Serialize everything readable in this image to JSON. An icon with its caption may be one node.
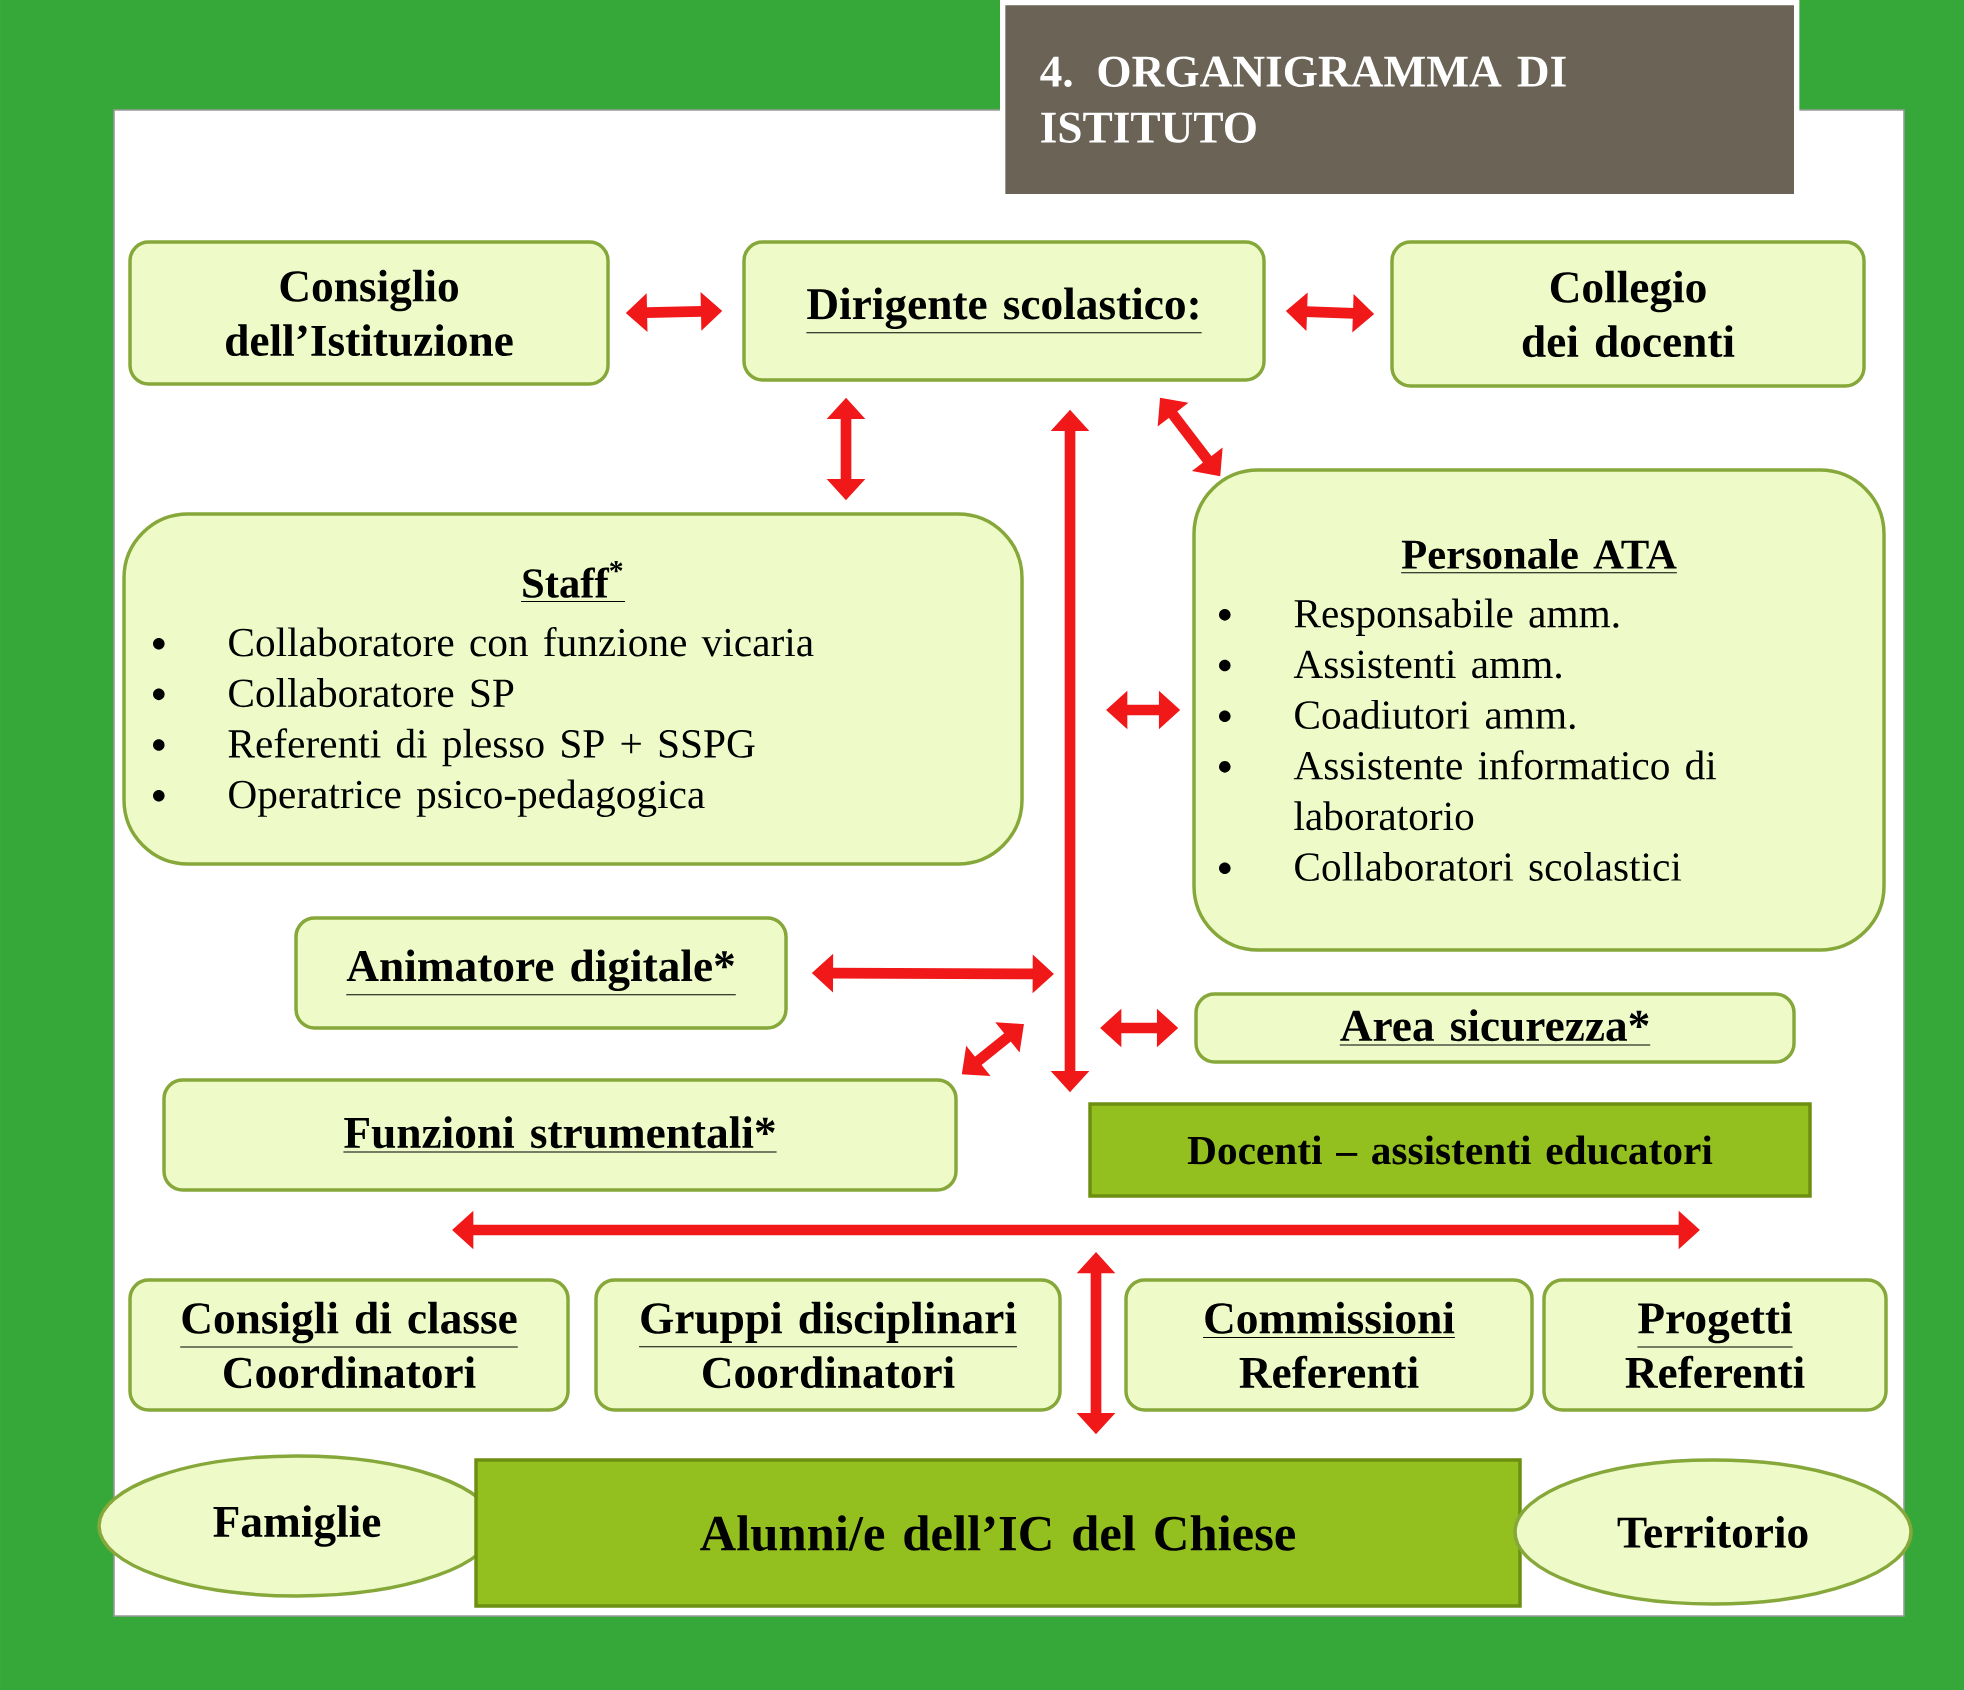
{
  "diagram": {
    "title": "4. ORGANIGRAMMA DI ISTITUTO",
    "nodes": [
      {
        "text": [
          "Consiglio dell’Istituzione"
        ]
      },
      {
        "text": [
          "Dirigente scolastico:"
        ]
      },
      {
        "text": [
          "Collegio dei docenti"
        ]
      },
      {
        "text": [
          "Staff$^{*}$",
          "Collaboratore con funzione vicaria",
          "Collaboratore SP",
          "Referenti di plesso SP + SSPG",
          "Operatrice psico-pedagogica"
        ]
      },
      {
        "text": [
          "Personale ATA",
          "Responsabile amm.",
          "Assistenti amm.",
          "Coadiutori amm.",
          "Assistente informatico di laboratorio",
          "Collaboratori scolastici"
        ]
      },
      {
        "text": [
          "Animatore digitale*"
        ]
      },
      {
        "text": [
          "Area sicurezza*"
        ]
      },
      {
        "text": [
          "Funzioni strumentali*"
        ]
      },
      {
        "text": [
          "Docenti – assistenti educatori"
        ]
      },
      {
        "text": [
          "Consigli di classe",
          "Coordinatori"
        ]
      },
      {
        "text": [
          "Gruppi disciplinari",
          "Coordinatori"
        ]
      },
      {
        "text": [
          "Commissioni",
          "Referenti"
        ]
      },
      {
        "text": [
          "Progetti",
          "Referenti"
        ]
      },
      {
        "text": [
          "Famiglie"
        ]
      },
      {
        "text": [
          "Alunni/e dell’IC del Chiese"
        ]
      },
      {
        "text": [
          "Territorio"
        ]
      }
    ],
    "edges": [
      {
        "from": 0,
        "to": 1,
        "arrow": "both"
      },
      {
        "from": 1,
        "to": 2,
        "arrow": "both"
      },
      {
        "from": 1,
        "to": 3,
        "arrow": "both"
      },
      {
        "from": 1,
        "to": 4,
        "arrow": "both"
      },
      {
        "from": 1,
        "to": 8,
        "arrow": "both"
      },
      {
        "from": null,
        "to": 4,
        "arrow": "both"
      },
      {
        "from": 5,
        "to": null,
        "arrow": "both"
      },
      {
        "from": null,
        "to": 6,
        "arrow": "both"
      },
      {
        "from": null,
        "to": 7,
        "arrow": "both"
      },
      {
        "from": null,
        "to": 14,
        "arrow": "both"
      }
    ]
  }
}
